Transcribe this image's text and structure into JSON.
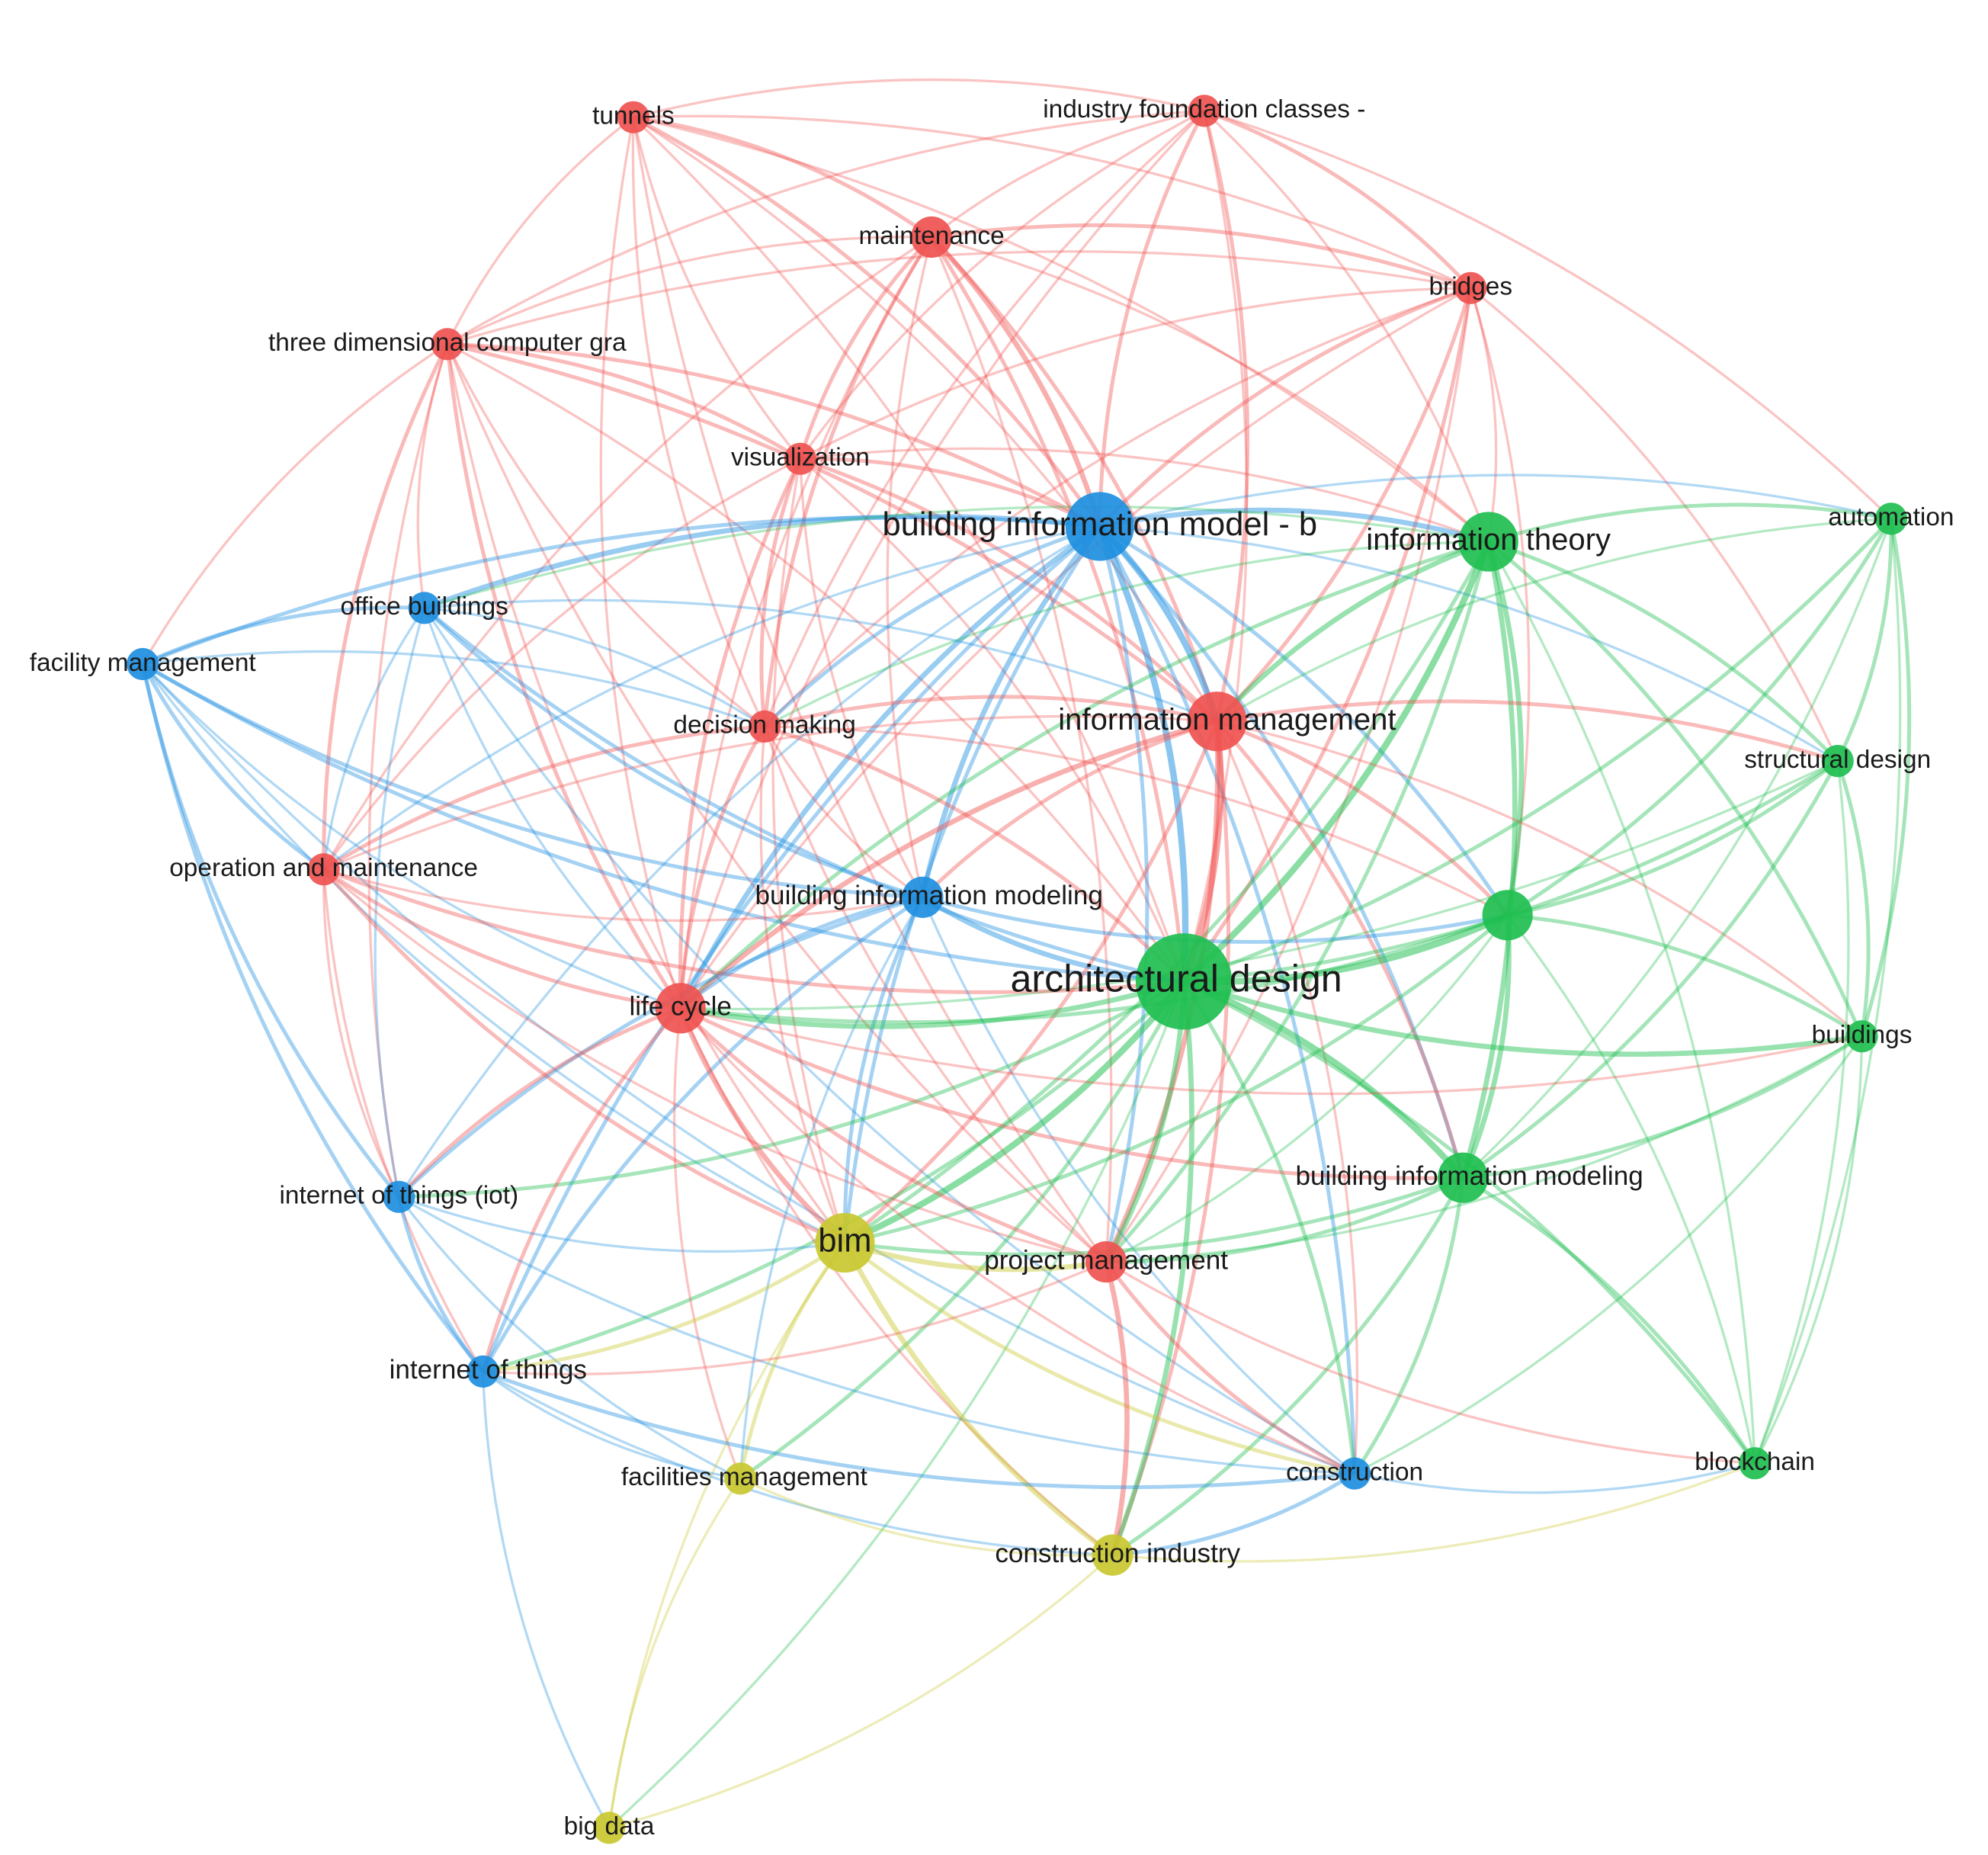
{
  "cluster_colors": {
    "red": "#ef5350",
    "green": "#1fbf50",
    "blue": "#1e8fe0",
    "yellow": "#c9c830"
  },
  "nodes": [
    {
      "id": "tunnels",
      "label": "tunnels",
      "cluster": "red",
      "weight": 1
    },
    {
      "id": "ifc",
      "label": "industry foundation classes -",
      "cluster": "red",
      "weight": 1
    },
    {
      "id": "maintenance",
      "label": "maintenance",
      "cluster": "red",
      "weight": 2
    },
    {
      "id": "bridges",
      "label": "bridges",
      "cluster": "red",
      "weight": 1
    },
    {
      "id": "three_d",
      "label": "three dimensional computer gra",
      "cluster": "red",
      "weight": 1
    },
    {
      "id": "visualization",
      "label": "visualization",
      "cluster": "red",
      "weight": 1
    },
    {
      "id": "bim_model_b",
      "label": "building information model - b",
      "cluster": "blue",
      "weight": 5
    },
    {
      "id": "info_theory",
      "label": "information theory",
      "cluster": "green",
      "weight": 4
    },
    {
      "id": "automation",
      "label": "automation",
      "cluster": "green",
      "weight": 1
    },
    {
      "id": "office_buildings",
      "label": "office buildings",
      "cluster": "blue",
      "weight": 1
    },
    {
      "id": "facility_mgmt",
      "label": "facility management",
      "cluster": "blue",
      "weight": 1
    },
    {
      "id": "decision_making",
      "label": "decision making",
      "cluster": "red",
      "weight": 1
    },
    {
      "id": "info_mgmt",
      "label": "information management",
      "cluster": "red",
      "weight": 4
    },
    {
      "id": "structural_design",
      "label": "structural design",
      "cluster": "green",
      "weight": 1
    },
    {
      "id": "op_maint",
      "label": "operation and maintenance",
      "cluster": "red",
      "weight": 1
    },
    {
      "id": "bim_modeling_blue",
      "label": "building information modeling",
      "cluster": "blue",
      "weight": 2
    },
    {
      "id": "green_unlabeled",
      "label": "",
      "cluster": "green",
      "weight": 3
    },
    {
      "id": "arch_design",
      "label": "architectural design",
      "cluster": "green",
      "weight": 8
    },
    {
      "id": "life_cycle",
      "label": "life cycle",
      "cluster": "red",
      "weight": 3
    },
    {
      "id": "buildings",
      "label": "buildings",
      "cluster": "green",
      "weight": 1
    },
    {
      "id": "bim_modeling_green",
      "label": "building information modeling",
      "cluster": "green",
      "weight": 3
    },
    {
      "id": "iot_paren",
      "label": "internet of things (iot)",
      "cluster": "blue",
      "weight": 1
    },
    {
      "id": "bim",
      "label": "bim",
      "cluster": "yellow",
      "weight": 4
    },
    {
      "id": "project_mgmt",
      "label": "project management",
      "cluster": "red",
      "weight": 2
    },
    {
      "id": "iot",
      "label": "internet of things",
      "cluster": "blue",
      "weight": 1
    },
    {
      "id": "construction",
      "label": "construction",
      "cluster": "blue",
      "weight": 1
    },
    {
      "id": "blockchain",
      "label": "blockchain",
      "cluster": "green",
      "weight": 1
    },
    {
      "id": "facilities_mgmt",
      "label": "facilities management",
      "cluster": "yellow",
      "weight": 1
    },
    {
      "id": "construction_industry",
      "label": "construction industry",
      "cluster": "yellow",
      "weight": 2
    },
    {
      "id": "big_data",
      "label": "big data",
      "cluster": "yellow",
      "weight": 1
    }
  ],
  "edges": [
    [
      "tunnels",
      "ifc",
      1
    ],
    [
      "tunnels",
      "maintenance",
      2
    ],
    [
      "tunnels",
      "three_d",
      1
    ],
    [
      "tunnels",
      "visualization",
      1
    ],
    [
      "tunnels",
      "bim_model_b",
      2
    ],
    [
      "tunnels",
      "info_mgmt",
      1
    ],
    [
      "tunnels",
      "arch_design",
      1
    ],
    [
      "tunnels",
      "life_cycle",
      1
    ],
    [
      "tunnels",
      "decision_making",
      1
    ],
    [
      "tunnels",
      "bridges",
      1
    ],
    [
      "tunnels",
      "project_mgmt",
      1
    ],
    [
      "tunnels",
      "info_theory",
      1
    ],
    [
      "ifc",
      "maintenance",
      1
    ],
    [
      "ifc",
      "bridges",
      2
    ],
    [
      "ifc",
      "bim_model_b",
      2
    ],
    [
      "ifc",
      "info_mgmt",
      2
    ],
    [
      "ifc",
      "arch_design",
      1
    ],
    [
      "ifc",
      "visualization",
      1
    ],
    [
      "ifc",
      "info_theory",
      1
    ],
    [
      "ifc",
      "life_cycle",
      1
    ],
    [
      "ifc",
      "three_d",
      1
    ],
    [
      "ifc",
      "decision_making",
      1
    ],
    [
      "ifc",
      "automation",
      1
    ],
    [
      "maintenance",
      "bridges",
      2
    ],
    [
      "maintenance",
      "three_d",
      1
    ],
    [
      "maintenance",
      "visualization",
      2
    ],
    [
      "maintenance",
      "bim_model_b",
      3
    ],
    [
      "maintenance",
      "info_mgmt",
      2
    ],
    [
      "maintenance",
      "decision_making",
      2
    ],
    [
      "maintenance",
      "life_cycle",
      1
    ],
    [
      "maintenance",
      "arch_design",
      2
    ],
    [
      "maintenance",
      "op_maint",
      1
    ],
    [
      "maintenance",
      "info_theory",
      1
    ],
    [
      "maintenance",
      "project_mgmt",
      1
    ],
    [
      "maintenance",
      "bim_modeling_blue",
      1
    ],
    [
      "bridges",
      "bim_model_b",
      2
    ],
    [
      "bridges",
      "info_mgmt",
      2
    ],
    [
      "bridges",
      "arch_design",
      2
    ],
    [
      "bridges",
      "info_theory",
      1
    ],
    [
      "bridges",
      "three_d",
      1
    ],
    [
      "bridges",
      "life_cycle",
      1
    ],
    [
      "bridges",
      "decision_making",
      1
    ],
    [
      "bridges",
      "visualization",
      1
    ],
    [
      "bridges",
      "green_unlabeled",
      1
    ],
    [
      "bridges",
      "project_mgmt",
      1
    ],
    [
      "bridges",
      "structural_design",
      1
    ],
    [
      "three_d",
      "visualization",
      2
    ],
    [
      "three_d",
      "bim_model_b",
      2
    ],
    [
      "three_d",
      "office_buildings",
      1
    ],
    [
      "three_d",
      "facility_mgmt",
      1
    ],
    [
      "three_d",
      "op_maint",
      2
    ],
    [
      "three_d",
      "life_cycle",
      2
    ],
    [
      "three_d",
      "decision_making",
      1
    ],
    [
      "three_d",
      "info_mgmt",
      2
    ],
    [
      "three_d",
      "arch_design",
      1
    ],
    [
      "three_d",
      "bim",
      1
    ],
    [
      "three_d",
      "iot_paren",
      1
    ],
    [
      "three_d",
      "project_mgmt",
      1
    ],
    [
      "visualization",
      "bim_model_b",
      2
    ],
    [
      "visualization",
      "info_mgmt",
      2
    ],
    [
      "visualization",
      "decision_making",
      2
    ],
    [
      "visualization",
      "life_cycle",
      2
    ],
    [
      "visualization",
      "arch_design",
      1
    ],
    [
      "visualization",
      "op_maint",
      1
    ],
    [
      "visualization",
      "bim_modeling_blue",
      1
    ],
    [
      "visualization",
      "bim",
      1
    ],
    [
      "visualization",
      "info_theory",
      1
    ],
    [
      "bim_model_b",
      "info_theory",
      3
    ],
    [
      "bim_model_b",
      "info_mgmt",
      4
    ],
    [
      "bim_model_b",
      "arch_design",
      4
    ],
    [
      "bim_model_b",
      "office_buildings",
      3
    ],
    [
      "bim_model_b",
      "facility_mgmt",
      2
    ],
    [
      "bim_model_b",
      "decision_making",
      2
    ],
    [
      "bim_model_b",
      "life_cycle",
      3
    ],
    [
      "bim_model_b",
      "bim_modeling_blue",
      3
    ],
    [
      "bim_model_b",
      "iot",
      2
    ],
    [
      "bim_model_b",
      "iot_paren",
      1
    ],
    [
      "bim_model_b",
      "construction",
      2
    ],
    [
      "bim_model_b",
      "green_unlabeled",
      2
    ],
    [
      "bim_model_b",
      "bim_modeling_green",
      2
    ],
    [
      "bim_model_b",
      "project_mgmt",
      2
    ],
    [
      "bim_model_b",
      "op_maint",
      1
    ],
    [
      "bim_model_b",
      "automation",
      1
    ],
    [
      "bim_model_b",
      "structural_design",
      1
    ],
    [
      "bim_model_b",
      "bim",
      2
    ],
    [
      "info_theory",
      "info_mgmt",
      3
    ],
    [
      "info_theory",
      "arch_design",
      4
    ],
    [
      "info_theory",
      "automation",
      2
    ],
    [
      "info_theory",
      "structural_design",
      2
    ],
    [
      "info_theory",
      "green_unlabeled",
      3
    ],
    [
      "info_theory",
      "bim_modeling_green",
      3
    ],
    [
      "info_theory",
      "buildings",
      2
    ],
    [
      "info_theory",
      "life_cycle",
      2
    ],
    [
      "info_theory",
      "blockchain",
      1
    ],
    [
      "info_theory",
      "project_mgmt",
      2
    ],
    [
      "info_theory",
      "bim",
      2
    ],
    [
      "info_theory",
      "office_buildings",
      1
    ],
    [
      "info_theory",
      "decision_making",
      1
    ],
    [
      "automation",
      "arch_design",
      2
    ],
    [
      "automation",
      "structural_design",
      2
    ],
    [
      "automation",
      "buildings",
      2
    ],
    [
      "automation",
      "green_unlabeled",
      2
    ],
    [
      "automation",
      "bim_modeling_green",
      1
    ],
    [
      "automation",
      "blockchain",
      1
    ],
    [
      "automation",
      "info_mgmt",
      1
    ],
    [
      "office_buildings",
      "facility_mgmt",
      2
    ],
    [
      "office_buildings",
      "op_maint",
      1
    ],
    [
      "office_buildings",
      "decision_making",
      1
    ],
    [
      "office_buildings",
      "life_cycle",
      1
    ],
    [
      "office_buildings",
      "arch_design",
      2
    ],
    [
      "office_buildings",
      "iot_paren",
      1
    ],
    [
      "office_buildings",
      "bim_modeling_blue",
      2
    ],
    [
      "office_buildings",
      "construction",
      1
    ],
    [
      "office_buildings",
      "info_mgmt",
      1
    ],
    [
      "facility_mgmt",
      "op_maint",
      2
    ],
    [
      "facility_mgmt",
      "life_cycle",
      1
    ],
    [
      "facility_mgmt",
      "iot_paren",
      2
    ],
    [
      "facility_mgmt",
      "iot",
      2
    ],
    [
      "facility_mgmt",
      "decision_making",
      1
    ],
    [
      "facility_mgmt",
      "arch_design",
      2
    ],
    [
      "facility_mgmt",
      "bim_modeling_blue",
      2
    ],
    [
      "facility_mgmt",
      "bim",
      1
    ],
    [
      "facility_mgmt",
      "construction",
      1
    ],
    [
      "decision_making",
      "info_mgmt",
      2
    ],
    [
      "decision_making",
      "life_cycle",
      2
    ],
    [
      "decision_making",
      "op_maint",
      2
    ],
    [
      "decision_making",
      "arch_design",
      2
    ],
    [
      "decision_making",
      "project_mgmt",
      1
    ],
    [
      "decision_making",
      "bim",
      1
    ],
    [
      "decision_making",
      "bim_modeling_blue",
      1
    ],
    [
      "decision_making",
      "green_unlabeled",
      1
    ],
    [
      "info_mgmt",
      "arch_design",
      4
    ],
    [
      "info_mgmt",
      "life_cycle",
      3
    ],
    [
      "info_mgmt",
      "structural_design",
      2
    ],
    [
      "info_mgmt",
      "green_unlabeled",
      2
    ],
    [
      "info_mgmt",
      "bim_modeling_green",
      2
    ],
    [
      "info_mgmt",
      "project_mgmt",
      3
    ],
    [
      "info_mgmt",
      "bim",
      2
    ],
    [
      "info_mgmt",
      "op_maint",
      1
    ],
    [
      "info_mgmt",
      "bim_modeling_blue",
      2
    ],
    [
      "info_mgmt",
      "buildings",
      1
    ],
    [
      "info_mgmt",
      "construction",
      1
    ],
    [
      "info_mgmt",
      "construction_industry",
      2
    ],
    [
      "structural_design",
      "arch_design",
      2
    ],
    [
      "structural_design",
      "green_unlabeled",
      2
    ],
    [
      "structural_design",
      "buildings",
      2
    ],
    [
      "structural_design",
      "bim_modeling_green",
      2
    ],
    [
      "structural_design",
      "blockchain",
      1
    ],
    [
      "structural_design",
      "life_cycle",
      1
    ],
    [
      "op_maint",
      "life_cycle",
      2
    ],
    [
      "op_maint",
      "iot_paren",
      1
    ],
    [
      "op_maint",
      "iot",
      1
    ],
    [
      "op_maint",
      "arch_design",
      2
    ],
    [
      "op_maint",
      "bim_modeling_blue",
      1
    ],
    [
      "op_maint",
      "bim",
      2
    ],
    [
      "op_maint",
      "project_mgmt",
      1
    ],
    [
      "bim_modeling_blue",
      "arch_design",
      3
    ],
    [
      "bim_modeling_blue",
      "life_cycle",
      2
    ],
    [
      "bim_modeling_blue",
      "iot",
      2
    ],
    [
      "bim_modeling_blue",
      "iot_paren",
      2
    ],
    [
      "bim_modeling_blue",
      "bim",
      2
    ],
    [
      "bim_modeling_blue",
      "green_unlabeled",
      2
    ],
    [
      "bim_modeling_blue",
      "construction",
      1
    ],
    [
      "bim_modeling_blue",
      "facilities_mgmt",
      1
    ],
    [
      "green_unlabeled",
      "arch_design",
      4
    ],
    [
      "green_unlabeled",
      "buildings",
      2
    ],
    [
      "green_unlabeled",
      "bim_modeling_green",
      3
    ],
    [
      "green_unlabeled",
      "life_cycle",
      2
    ],
    [
      "green_unlabeled",
      "bim",
      2
    ],
    [
      "green_unlabeled",
      "project_mgmt",
      1
    ],
    [
      "green_unlabeled",
      "blockchain",
      1
    ],
    [
      "arch_design",
      "life_cycle",
      3
    ],
    [
      "arch_design",
      "buildings",
      3
    ],
    [
      "arch_design",
      "bim_modeling_green",
      4
    ],
    [
      "arch_design",
      "bim",
      4
    ],
    [
      "arch_design",
      "project_mgmt",
      3
    ],
    [
      "arch_design",
      "iot",
      2
    ],
    [
      "arch_design",
      "iot_paren",
      2
    ],
    [
      "arch_design",
      "construction",
      2
    ],
    [
      "arch_design",
      "blockchain",
      2
    ],
    [
      "arch_design",
      "facilities_mgmt",
      2
    ],
    [
      "arch_design",
      "construction_industry",
      3
    ],
    [
      "arch_design",
      "big_data",
      1
    ],
    [
      "life_cycle",
      "bim",
      3
    ],
    [
      "life_cycle",
      "project_mgmt",
      2
    ],
    [
      "life_cycle",
      "iot",
      2
    ],
    [
      "life_cycle",
      "iot_paren",
      2
    ],
    [
      "life_cycle",
      "bim_modeling_green",
      2
    ],
    [
      "life_cycle",
      "construction",
      1
    ],
    [
      "life_cycle",
      "facilities_mgmt",
      1
    ],
    [
      "life_cycle",
      "construction_industry",
      1
    ],
    [
      "life_cycle",
      "buildings",
      1
    ],
    [
      "buildings",
      "bim_modeling_green",
      2
    ],
    [
      "buildings",
      "blockchain",
      1
    ],
    [
      "buildings",
      "project_mgmt",
      1
    ],
    [
      "buildings",
      "construction",
      1
    ],
    [
      "bim_modeling_green",
      "project_mgmt",
      2
    ],
    [
      "bim_modeling_green",
      "blockchain",
      2
    ],
    [
      "bim_modeling_green",
      "construction",
      2
    ],
    [
      "bim_modeling_green",
      "bim",
      2
    ],
    [
      "bim_modeling_green",
      "construction_industry",
      2
    ],
    [
      "iot_paren",
      "iot",
      2
    ],
    [
      "iot_paren",
      "bim",
      1
    ],
    [
      "iot_paren",
      "facilities_mgmt",
      1
    ],
    [
      "iot_paren",
      "construction",
      1
    ],
    [
      "bim",
      "project_mgmt",
      3
    ],
    [
      "bim",
      "iot",
      2
    ],
    [
      "bim",
      "facilities_mgmt",
      2
    ],
    [
      "bim",
      "construction_industry",
      3
    ],
    [
      "bim",
      "construction",
      2
    ],
    [
      "bim",
      "big_data",
      1
    ],
    [
      "project_mgmt",
      "construction_industry",
      3
    ],
    [
      "project_mgmt",
      "construction",
      2
    ],
    [
      "project_mgmt",
      "iot",
      1
    ],
    [
      "project_mgmt",
      "blockchain",
      1
    ],
    [
      "iot",
      "facilities_mgmt",
      1
    ],
    [
      "iot",
      "construction",
      2
    ],
    [
      "iot",
      "construction_industry",
      1
    ],
    [
      "iot",
      "big_data",
      1
    ],
    [
      "construction",
      "construction_industry",
      2
    ],
    [
      "construction",
      "blockchain",
      1
    ],
    [
      "facilities_mgmt",
      "construction_industry",
      1
    ],
    [
      "facilities_mgmt",
      "big_data",
      1
    ],
    [
      "construction_industry",
      "big_data",
      1
    ],
    [
      "construction_industry",
      "blockchain",
      1
    ]
  ]
}
